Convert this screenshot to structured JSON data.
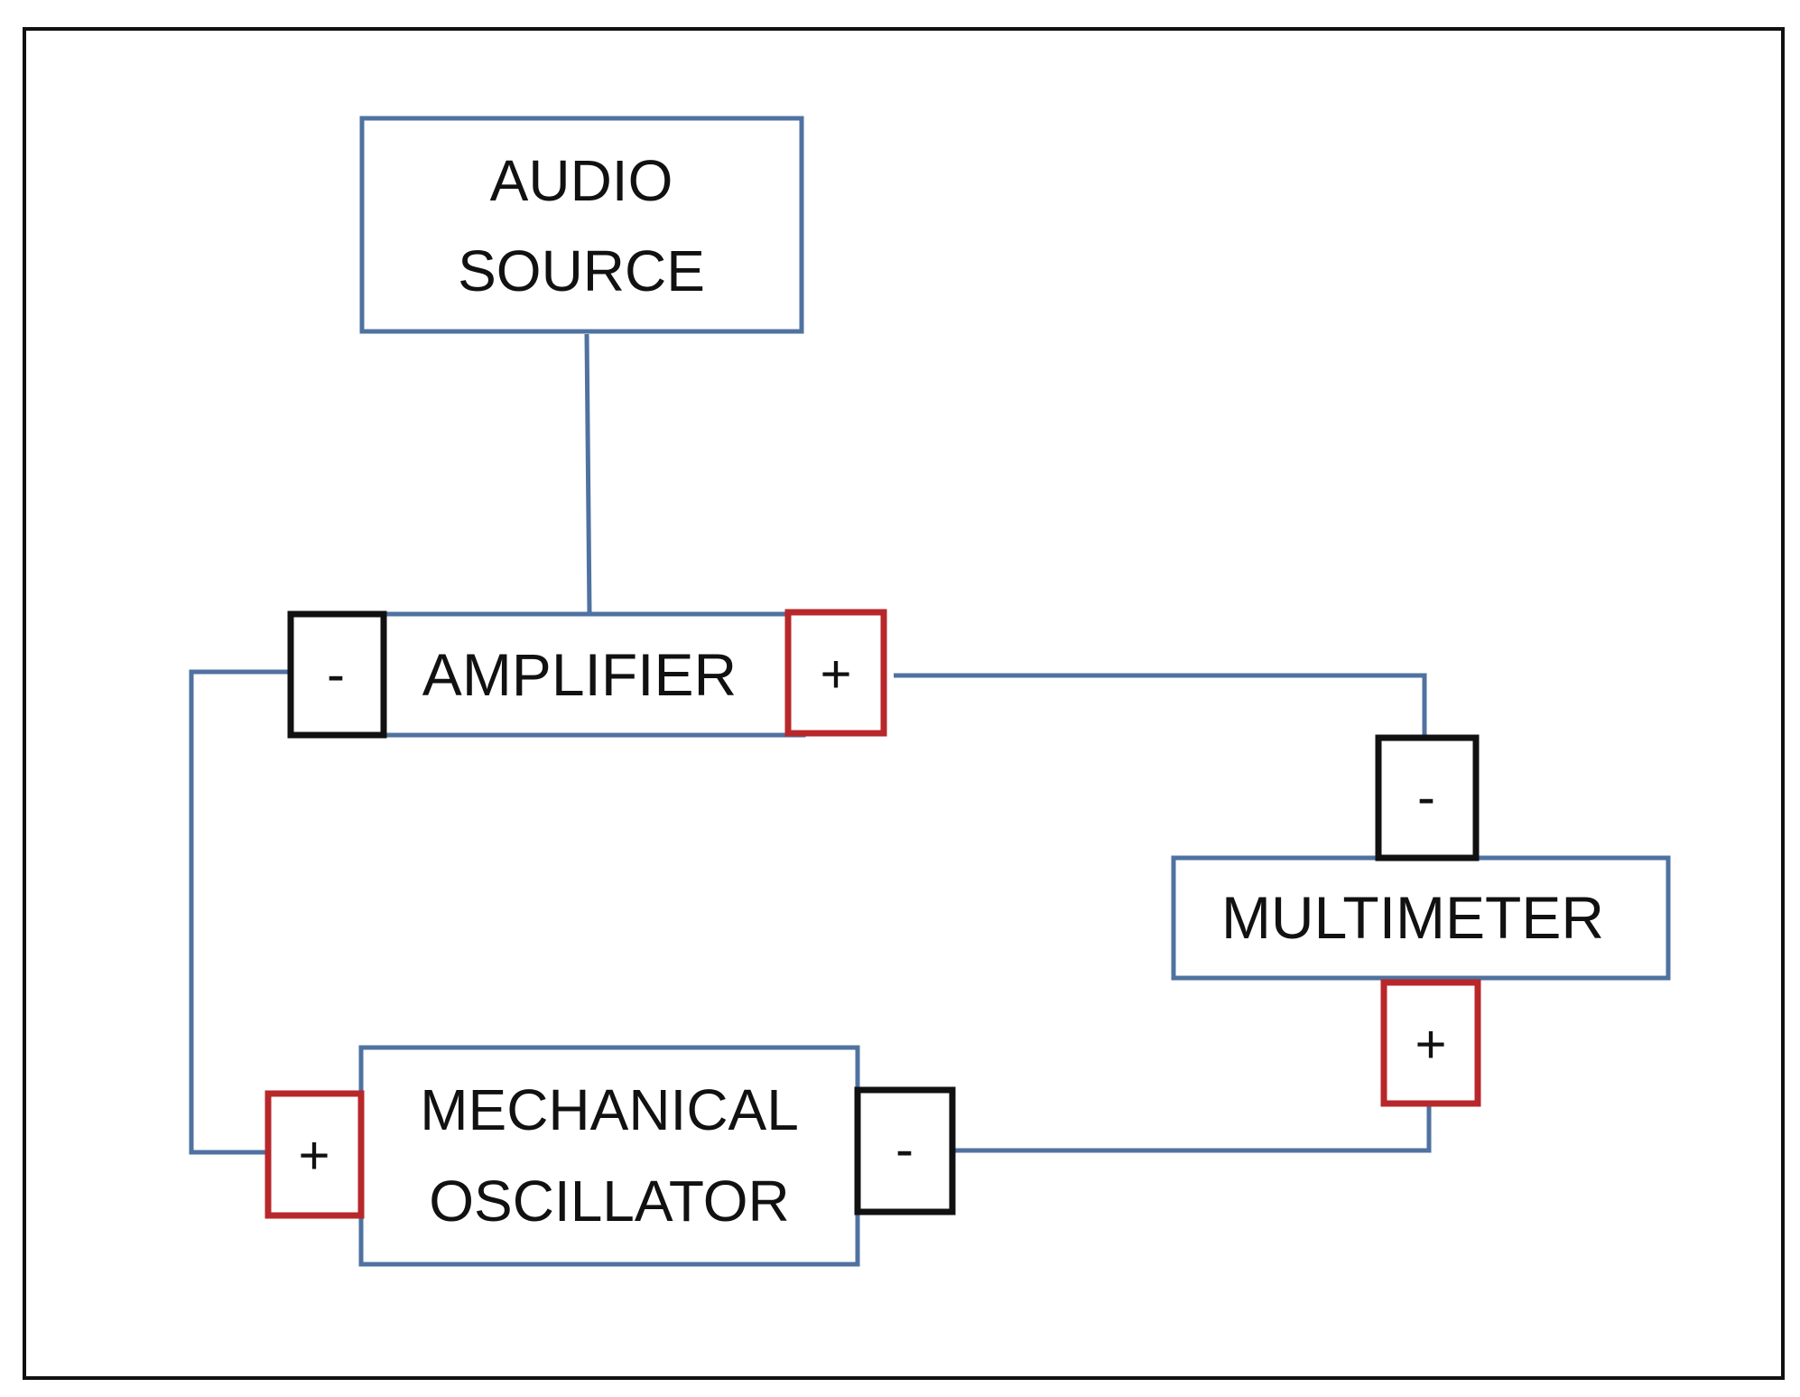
{
  "colors": {
    "frame": "#111111",
    "box_border": "#4f72a0",
    "wire": "#4f72a0",
    "negative_terminal": "#111111",
    "positive_terminal": "#b8272a",
    "text": "#111111"
  },
  "blocks": {
    "audio_source": {
      "line1": "AUDIO",
      "line2": "SOURCE"
    },
    "amplifier": {
      "label": "AMPLIFIER"
    },
    "multimeter": {
      "label": "MULTIMETER"
    },
    "mechanical_oscillator": {
      "line1": "MECHANICAL",
      "line2": "OSCILLATOR"
    }
  },
  "terminals": {
    "amplifier_negative": "-",
    "amplifier_positive": "+",
    "multimeter_negative": "-",
    "multimeter_positive": "+",
    "oscillator_positive": "+",
    "oscillator_negative": "-"
  }
}
